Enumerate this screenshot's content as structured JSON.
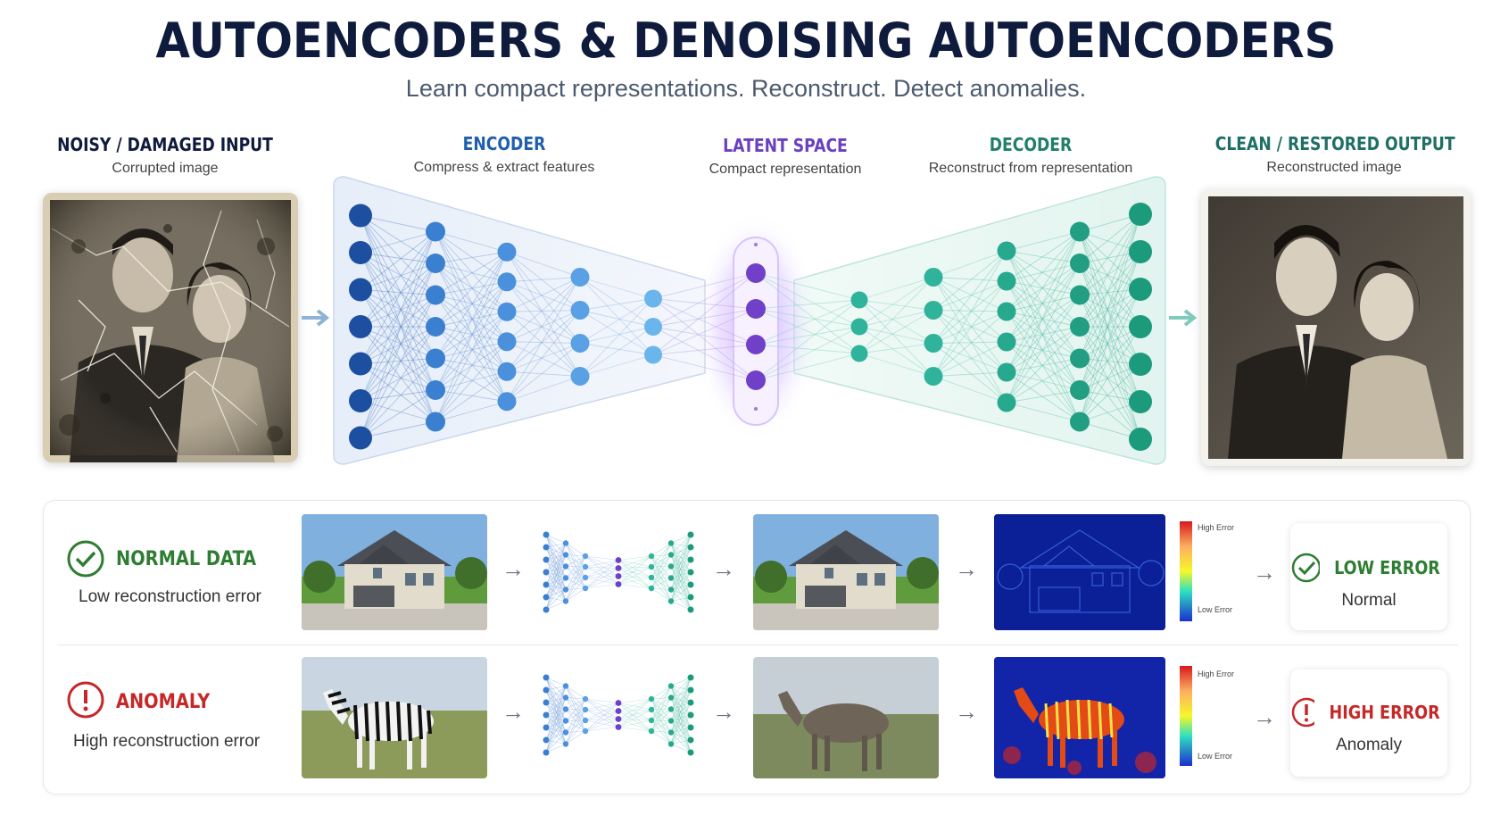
{
  "title": "AUTOENCODERS & DENOISING AUTOENCODERS",
  "subtitle": "Learn compact representations. Reconstruct. Detect anomalies.",
  "stages": {
    "input": {
      "title": "NOISY / DAMAGED INPUT",
      "sub": "Corrupted image"
    },
    "encoder": {
      "title": "ENCODER",
      "sub": "Compress & extract features"
    },
    "latent": {
      "title": "LATENT SPACE",
      "sub": "Compact representation"
    },
    "decoder": {
      "title": "DECODER",
      "sub": "Reconstruct from representation"
    },
    "output": {
      "title": "CLEAN / RESTORED OUTPUT",
      "sub": "Reconstructed image"
    }
  },
  "colors": {
    "navy": "#0f1b3d",
    "encoder_blue": "#1f5fae",
    "latent_purple": "#6a3fc0",
    "decoder_teal": "#1f7f6a",
    "output_teal": "#1f6f66",
    "green": "#2e7d32",
    "red": "#c62828"
  },
  "anomaly": {
    "normal": {
      "label": "NORMAL DATA",
      "sub": "Low reconstruction error",
      "icon": "check-circle-icon",
      "result_title": "LOW ERROR",
      "result_sub": "Normal"
    },
    "anomaly": {
      "label": "ANOMALY",
      "sub": "High reconstruction error",
      "icon": "exclamation-circle-icon",
      "result_title": "HIGH ERROR",
      "result_sub": "Anomaly"
    },
    "scale_high": "High Error",
    "scale_low": "Low Error"
  }
}
